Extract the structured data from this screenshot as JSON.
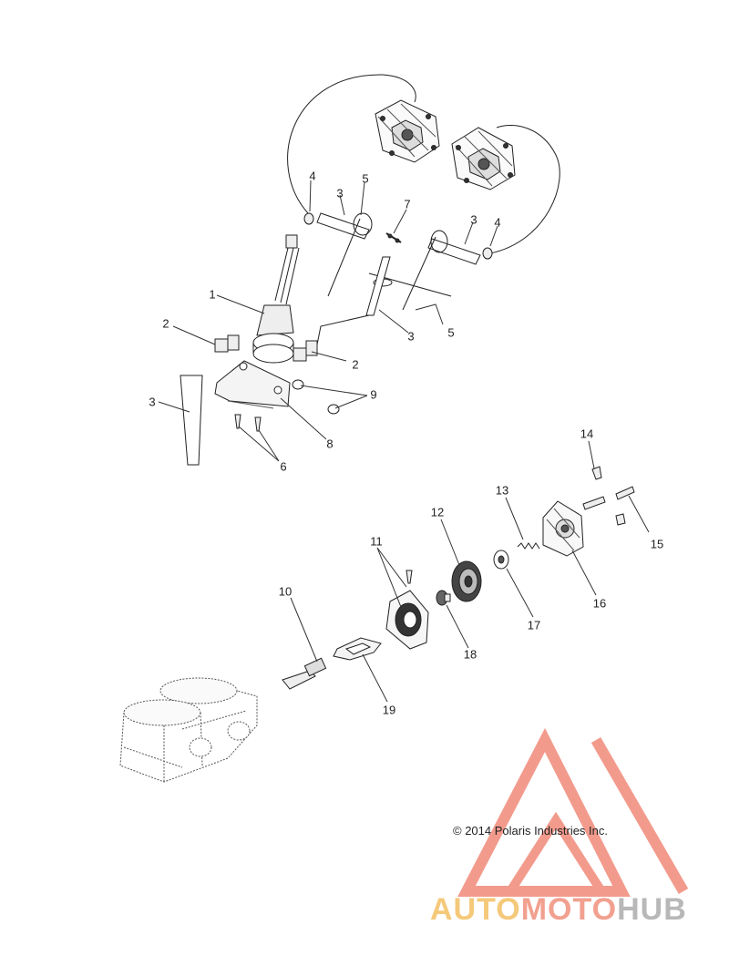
{
  "callouts": {
    "c1": "1",
    "c2a": "2",
    "c2b": "2",
    "c3a": "3",
    "c3b": "3",
    "c3c": "3",
    "c3d": "3",
    "c4a": "4",
    "c4b": "4",
    "c5a": "5",
    "c5b": "5",
    "c6": "6",
    "c7": "7",
    "c8": "8",
    "c9": "9",
    "c10": "10",
    "c11": "11",
    "c12": "12",
    "c13": "13",
    "c14": "14",
    "c15": "15",
    "c16": "16",
    "c17": "17",
    "c18": "18",
    "c19": "19"
  },
  "copyright": "© 2014 Polaris Industries Inc.",
  "watermark": {
    "part1": "AUTO",
    "part2": "MOTO",
    "part3": "HUB",
    "colors": {
      "auto": "#f5c97a",
      "moto": "#f2a08f",
      "hub": "#b8b8b8",
      "triangle": "#f08a7a"
    }
  }
}
